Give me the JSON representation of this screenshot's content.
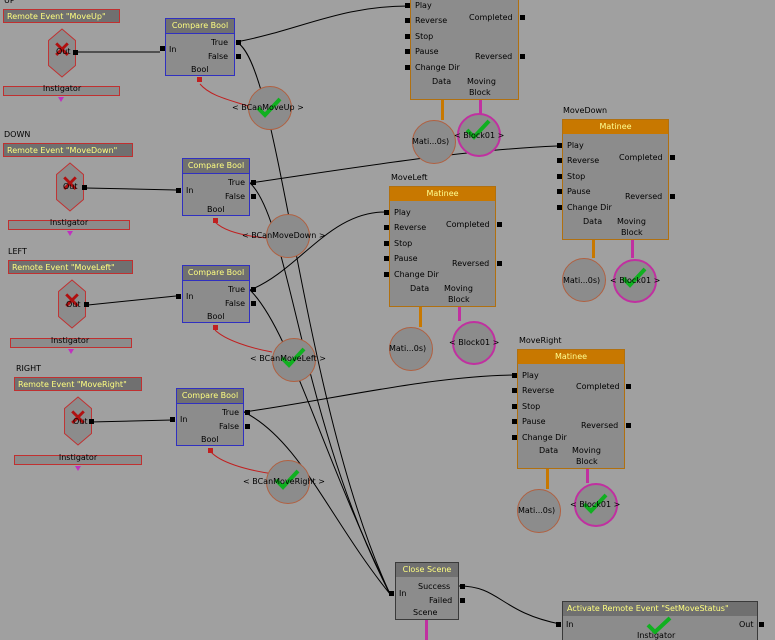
{
  "sections": {
    "up": "UP",
    "down": "DOWN",
    "left": "LEFT",
    "right": "RIGHT",
    "move_left": "MoveLeft",
    "move_down": "MoveDown",
    "move_right": "MoveRight"
  },
  "events": {
    "up": {
      "title": "Remote Event \"MoveUp\"",
      "out": "Out",
      "instigator": "Instigator"
    },
    "down": {
      "title": "Remote Event \"MoveDown\"",
      "out": "Out",
      "instigator": "Instigator"
    },
    "left": {
      "title": "Remote Event \"MoveLeft\"",
      "out": "Out",
      "instigator": "Instigator"
    },
    "right": {
      "title": "Remote Event \"MoveRight\"",
      "out": "Out",
      "instigator": "Instigator"
    }
  },
  "compare": {
    "title": "Compare Bool",
    "in": "In",
    "true": "True",
    "false": "False",
    "bool": "Bool"
  },
  "bool_vars": {
    "up": "< BCanMoveUp >",
    "down": "< BCanMoveDown >",
    "left": "< BCanMoveLeft >",
    "right": "< BCanMoveRight >"
  },
  "matinee": {
    "title": "Matinee",
    "play": "Play",
    "reverse": "Reverse",
    "stop": "Stop",
    "pause": "Pause",
    "change_dir": "Change Dir",
    "completed": "Completed",
    "reversed": "Reversed",
    "data": "Data",
    "moving": "Moving",
    "block": "Block",
    "mati_var": "Mati...0s)",
    "block_var": "< Block01 >"
  },
  "close_scene": {
    "title": "Close Scene",
    "in": "In",
    "success": "Success",
    "failed": "Failed",
    "scene": "Scene"
  },
  "activate": {
    "title": "Activate Remote Event \"SetMoveStatus\"",
    "in": "In",
    "out": "Out",
    "instigator": "Instigator"
  },
  "colors": {
    "background": "#a0a0a0",
    "node_body": "#8c8c8c",
    "title_text": "#ffff80",
    "matinee_title": "#c87800",
    "compare_border": "#3030c0",
    "event_border": "#c03030",
    "object_var_border": "#c030a0",
    "check_green": "#10b020"
  }
}
